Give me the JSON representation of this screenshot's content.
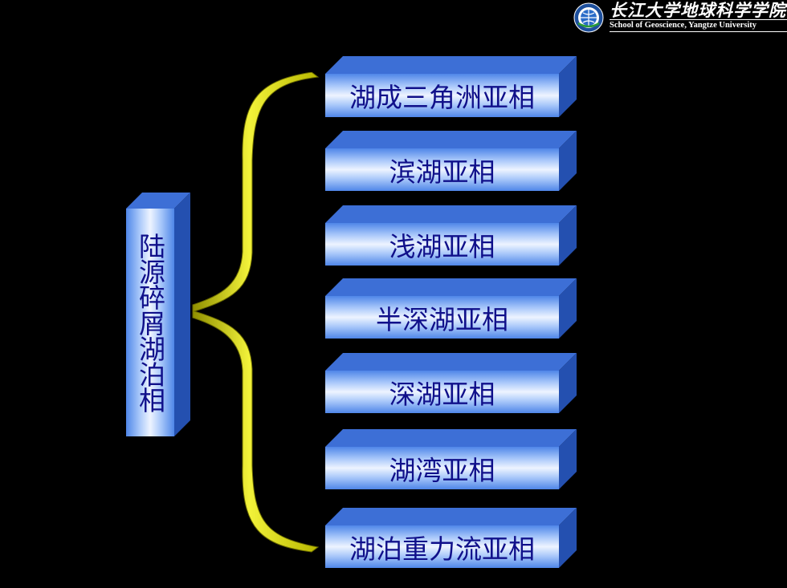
{
  "header": {
    "title_cn": "长江大学地球科学学院",
    "title_en": "School of Geoscience, Yangtze University"
  },
  "diagram": {
    "root": "陆源碎屑湖泊相",
    "subfacies": [
      "湖成三角洲亚相",
      "滨湖亚相",
      "浅湖亚相",
      "半深湖亚相",
      "深湖亚相",
      "湖湾亚相",
      "湖泊重力流亚相"
    ]
  },
  "colors": {
    "background": "#000000",
    "box_blue": "#4f86e8",
    "box_light": "#eef4ff",
    "text": "#10108a",
    "brace": "#d6d60a"
  }
}
